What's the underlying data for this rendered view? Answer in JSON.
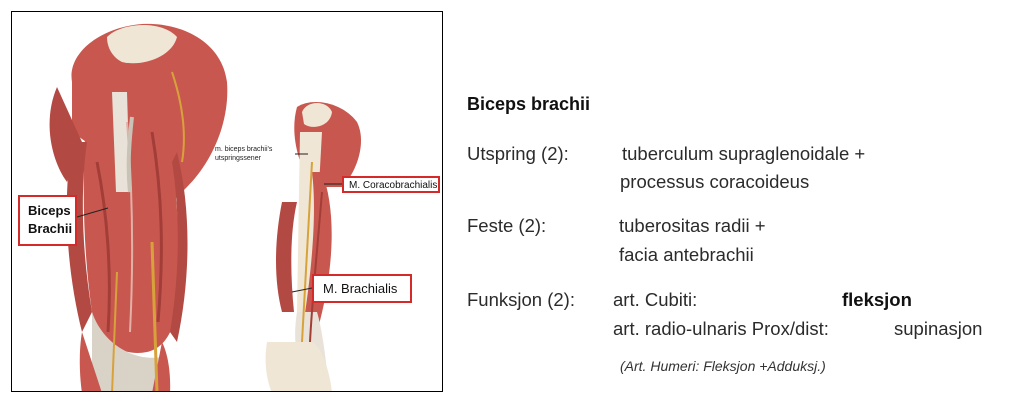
{
  "figure": {
    "callout_biceps": [
      "Biceps",
      "Brachii"
    ],
    "callout_coracobrachialis": "M. Coracobrachialis",
    "callout_brachialis": "M. Brachialis",
    "small_label": [
      "m. biceps brachii's",
      "utspringssener"
    ],
    "colors": {
      "muscle": "#c8584f",
      "muscle_dark": "#a33d37",
      "tendon": "#e9e2d8",
      "bone": "#efe6d6",
      "callout_border": "#d42a2a"
    }
  },
  "content": {
    "title": "Biceps brachii",
    "utspring_label": "Utspring (2):",
    "utspring_values": [
      "tuberculum supraglenoidale +",
      "processus coracoideus"
    ],
    "feste_label": "Feste (2):",
    "feste_values": [
      "tuberositas radii +",
      "facia antebrachii"
    ],
    "funksjon_label": "Funksjon (2):",
    "funksjon_row1_joint": "art. Cubiti:",
    "funksjon_row1_action": "fleksjon",
    "funksjon_row2_joint": "art. radio-ulnaris Prox/dist:",
    "funksjon_row2_action": "supinasjon",
    "note": "(Art. Humeri: Fleksjon +Adduksj.)"
  }
}
